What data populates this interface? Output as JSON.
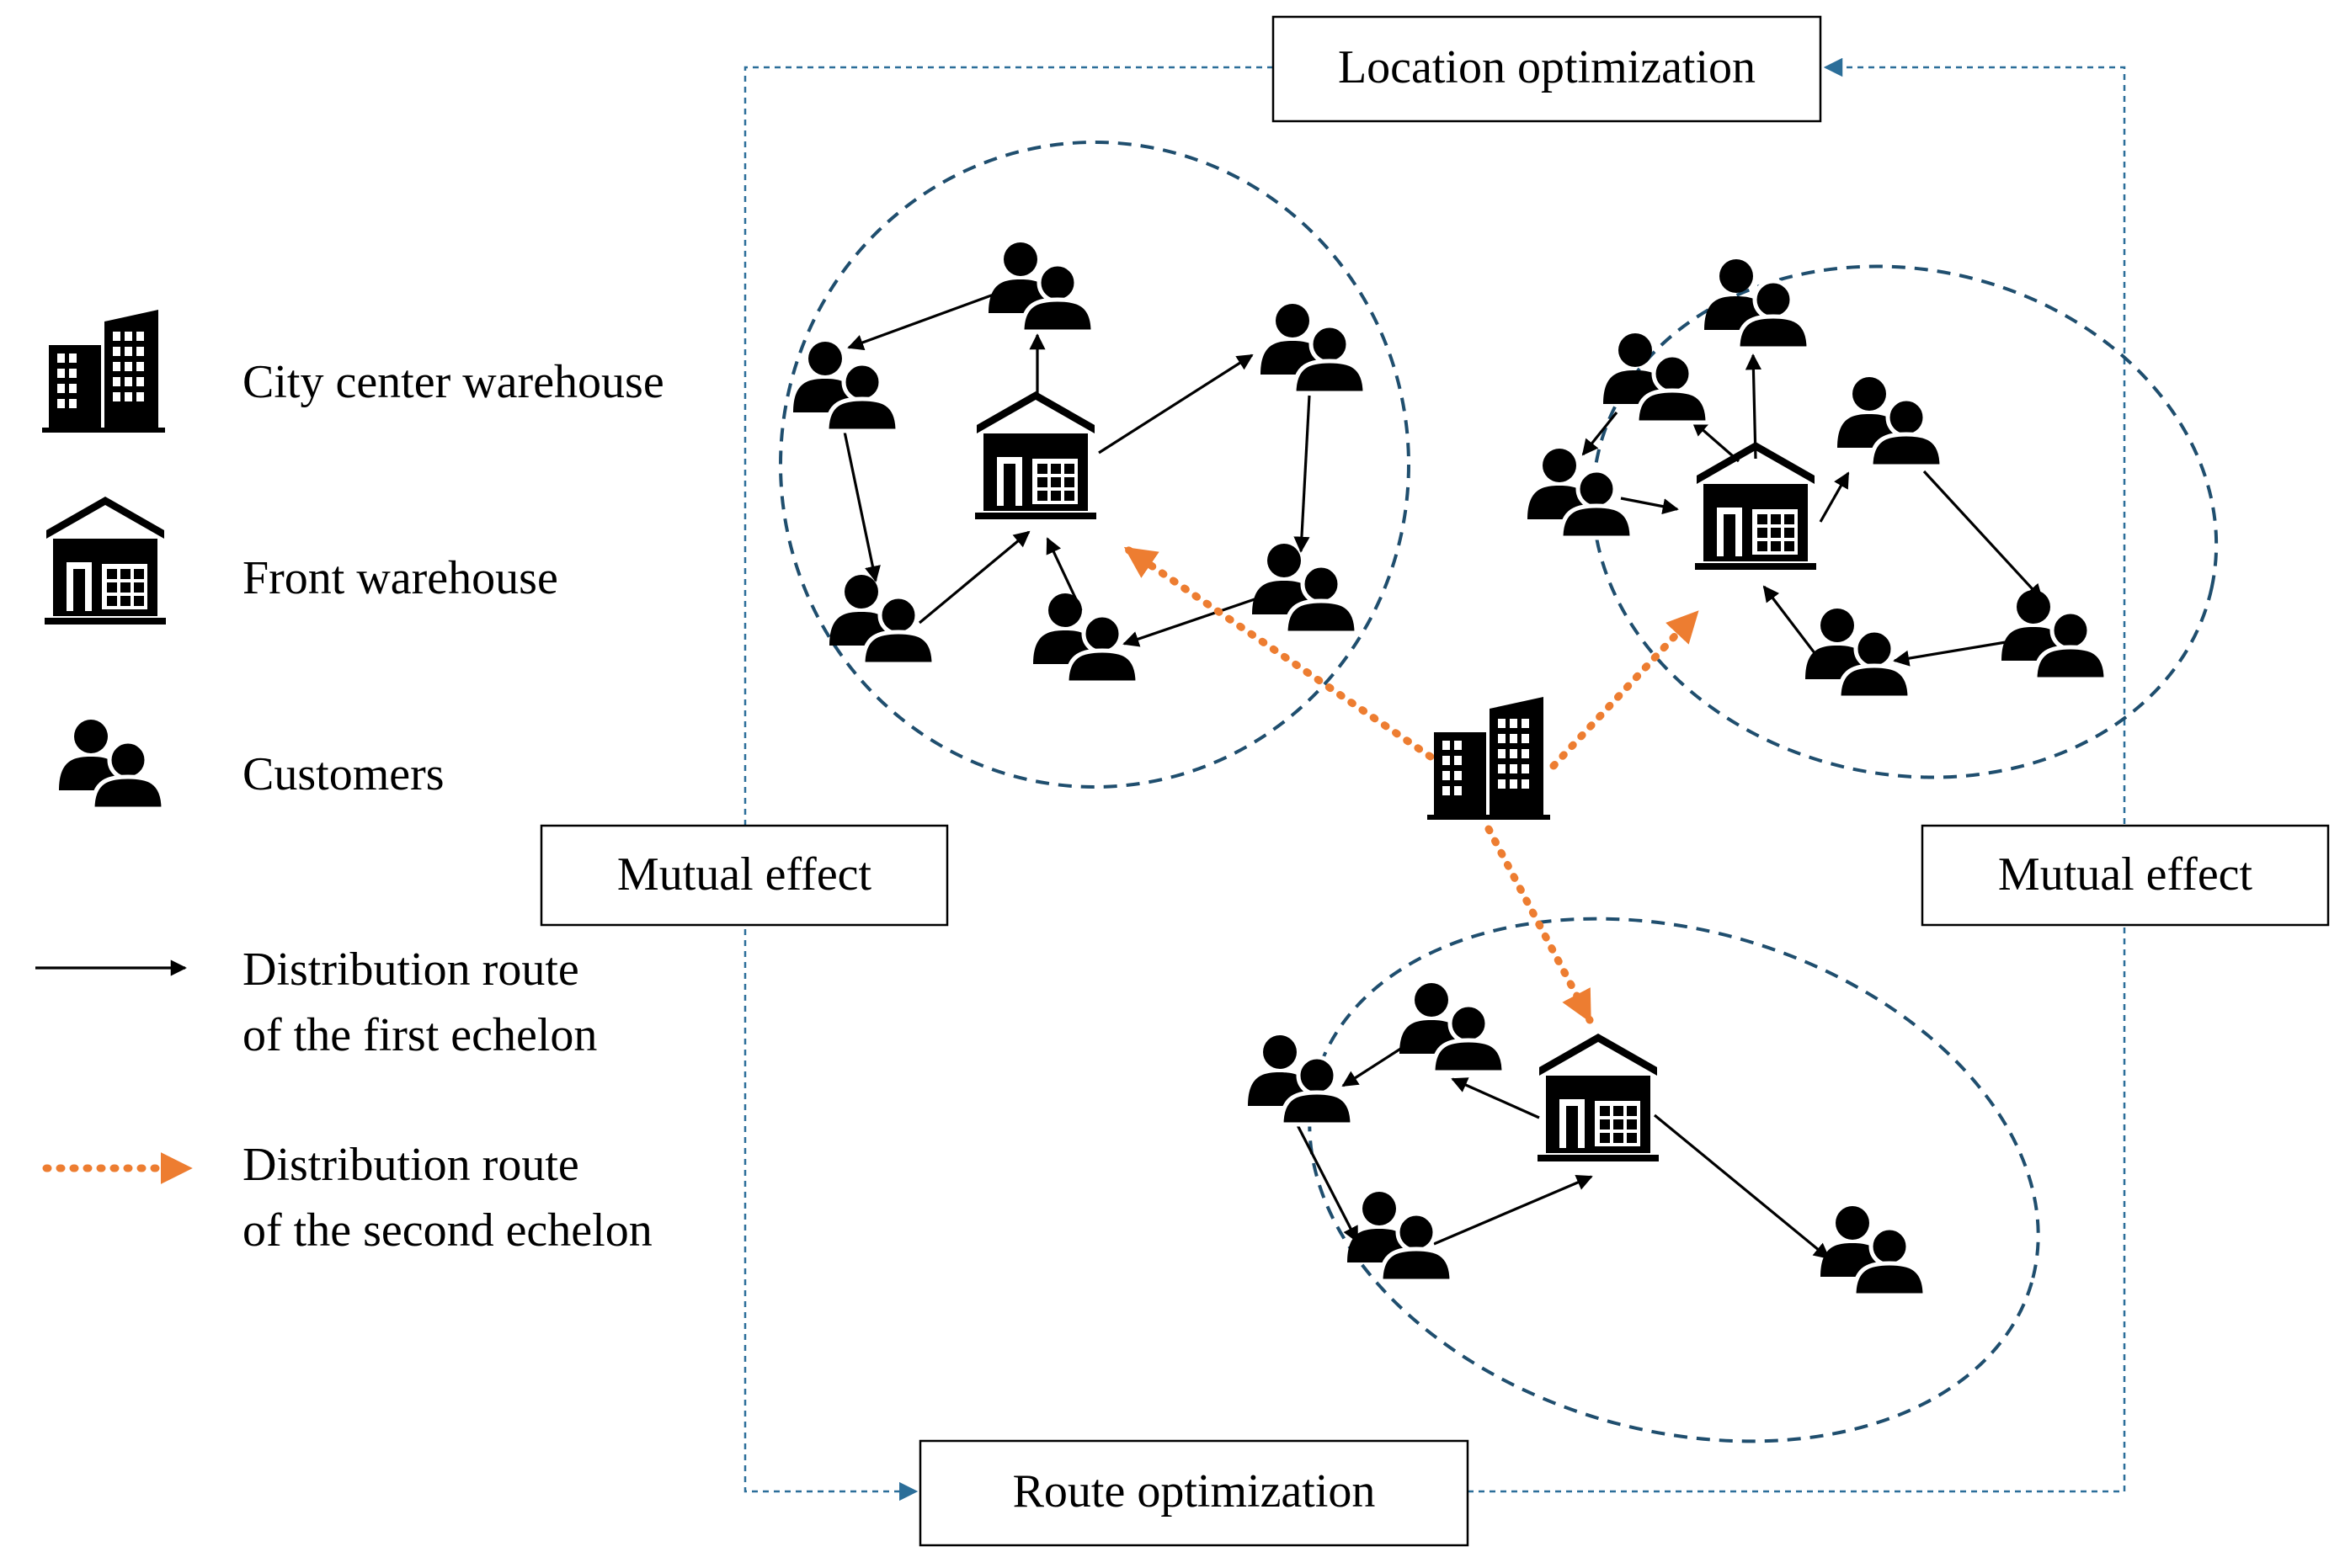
{
  "legend": {
    "city_center_warehouse": "City center warehouse",
    "front_warehouse": "Front warehouse",
    "customers": "Customers",
    "first_echelon_line1": "Distribution route",
    "first_echelon_line2": "of the first echelon",
    "second_echelon_line1": "Distribution route",
    "second_echelon_line2": "of the second echelon"
  },
  "boxes": {
    "location_optimization": "Location optimization",
    "route_optimization": "Route optimization",
    "mutual_effect_left": "Mutual effect",
    "mutual_effect_right": "Mutual effect"
  },
  "icons": {
    "city_center_warehouse": "city-center-warehouse-icon",
    "front_warehouse": "front-warehouse-icon",
    "customers": "customers-icon"
  },
  "colors": {
    "first_echelon_route": "#000000",
    "second_echelon_route": "#ed7d31",
    "cluster_border": "#1f4e6e",
    "optimization_loop": "#2b6e99"
  }
}
